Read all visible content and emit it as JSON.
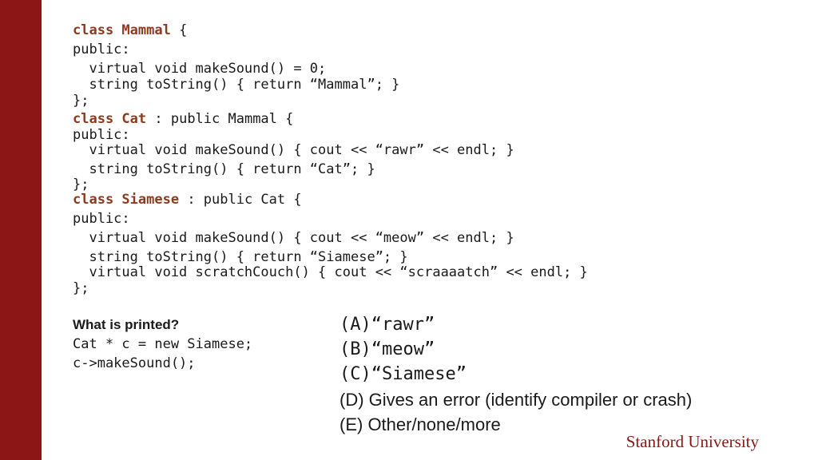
{
  "code": {
    "lines": [
      [
        "class",
        " Mammal",
        " {"
      ],
      [
        "public:"
      ],
      [
        "  virtual void makeSound() = 0;"
      ],
      [
        "  string toString() { return “Mammal”; }"
      ],
      [
        "};"
      ],
      [
        "class",
        " Cat",
        " : public Mammal {"
      ],
      [
        "public:"
      ],
      [
        "  virtual void makeSound() { cout << “rawr” << endl; }"
      ],
      [
        "  string toString() { return “Cat”; }"
      ],
      [
        "};"
      ],
      [
        "class",
        " Siamese",
        " : public Cat {"
      ],
      [
        "public:"
      ],
      [
        "  virtual void makeSound() { cout << “meow” << endl; }"
      ],
      [
        "  string toString() { return “Siamese”; }"
      ],
      [
        "  virtual void scratchCouch() { cout << “scraaaatch” << endl; }"
      ],
      [
        "};"
      ]
    ]
  },
  "question": {
    "label": "What is printed?",
    "line1": "Cat * c = new Siamese;",
    "line2": "c->makeSound();"
  },
  "answers": [
    "(A)“rawr”",
    "(B)“meow”",
    "(C)“Siamese”",
    "(D) Gives an error (identify compiler or crash)",
    "(E) Other/none/more"
  ],
  "logo": "Stanford University",
  "colors": {
    "sidebar": "#8c1515",
    "keyword": "#8c3b1f"
  }
}
